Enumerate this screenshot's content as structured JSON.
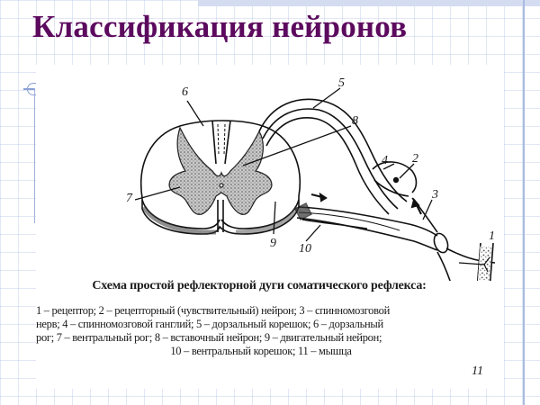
{
  "slide": {
    "title": "Классификация нейронов"
  },
  "figure": {
    "labels": {
      "l1": "1",
      "l2": "2",
      "l3": "3",
      "l4": "4",
      "l5": "5",
      "l6": "6",
      "l7": "7",
      "l8": "8",
      "l9": "9",
      "l10": "10",
      "l11": "11"
    },
    "caption": {
      "title": "Схема простой рефлекторной дуги соматического рефлекса:",
      "lines": [
        "1 – рецептор; 2 – рецепторный (чувствительный) нейрон; 3 – спинномозговой",
        "нерв; 4 – спинномозговой ганглий; 5 – дорзальный корешок; 6 – дорзальный",
        "рог; 7 – вентральный рог; 8 – вставочный нейрон; 9 – двигательный нейрон;",
        "10 – вентральный корешок; 11 – мышца"
      ]
    },
    "legend": [
      {
        "num": "1",
        "text": "рецептор"
      },
      {
        "num": "2",
        "text": "рецепторный (чувствительный) нейрон"
      },
      {
        "num": "3",
        "text": "спинномозговой нерв"
      },
      {
        "num": "4",
        "text": "спинномозговой ганглий"
      },
      {
        "num": "5",
        "text": "дорзальный корешок"
      },
      {
        "num": "6",
        "text": "дорзальный рог"
      },
      {
        "num": "7",
        "text": "вентральный рог"
      },
      {
        "num": "8",
        "text": "вставочный нейрон"
      },
      {
        "num": "9",
        "text": "двигательный нейрон"
      },
      {
        "num": "10",
        "text": "вентральный корешок"
      },
      {
        "num": "11",
        "text": "мышца"
      }
    ]
  },
  "colors": {
    "title": "#5c0a5e",
    "grid": "#aabee1",
    "ink": "#1a1a1a"
  }
}
